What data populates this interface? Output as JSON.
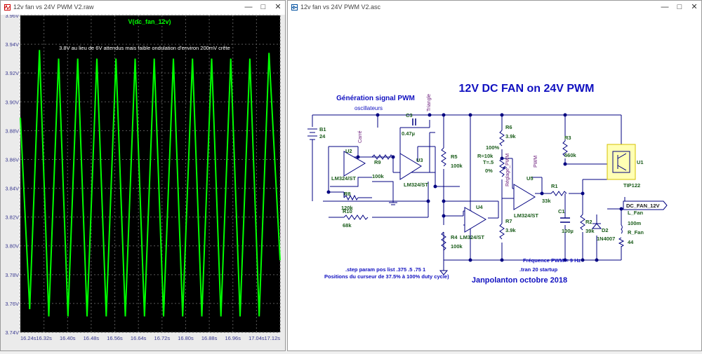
{
  "waveform_window": {
    "title": "12v fan vs 24V PWM V2.raw",
    "trace_label": "V(dc_fan_12v)",
    "annotation": "3.8V au lieu de 6V attendus mais faible ondulation d'environ 200mV crête",
    "colors": {
      "plot_bg": "#000000",
      "trace": "#00ff00",
      "grid": "#5a5a5a",
      "axis_text": "#3a3a90"
    }
  },
  "chart_data": {
    "type": "line",
    "title": "V(dc_fan_12v)",
    "xlabel": "",
    "ylabel": "",
    "xlim": [
      16.24,
      17.12
    ],
    "ylim": [
      3.74,
      3.96
    ],
    "x_ticks": [
      "16.24s",
      "16.32s",
      "16.40s",
      "16.48s",
      "16.56s",
      "16.64s",
      "16.72s",
      "16.80s",
      "16.88s",
      "16.96s",
      "17.04s",
      "17.12s"
    ],
    "y_ticks": [
      "3.96V",
      "3.94V",
      "3.92V",
      "3.90V",
      "3.88V",
      "3.86V",
      "3.84V",
      "3.82V",
      "3.80V",
      "3.78V",
      "3.76V",
      "3.74V"
    ],
    "grid": true,
    "series": [
      {
        "name": "V(dc_fan_12v)",
        "x": [
          16.24,
          16.2716,
          16.3048,
          16.3364,
          16.3696,
          16.4012,
          16.4344,
          16.466,
          16.4992,
          16.5308,
          16.564,
          16.5956,
          16.6288,
          16.6604,
          16.6936,
          16.7252,
          16.7584,
          16.79,
          16.8232,
          16.8548,
          16.888,
          16.9196,
          16.9528,
          16.9844,
          17.0176,
          17.0492,
          17.0824,
          17.12
        ],
        "y": [
          3.889,
          3.756,
          3.936,
          3.751,
          3.93,
          3.751,
          3.93,
          3.751,
          3.93,
          3.751,
          3.93,
          3.751,
          3.93,
          3.751,
          3.93,
          3.751,
          3.93,
          3.751,
          3.93,
          3.751,
          3.93,
          3.751,
          3.93,
          3.751,
          3.93,
          3.751,
          3.934,
          3.79
        ]
      }
    ]
  },
  "schematic_window": {
    "title": "12v fan vs 24V PWM V2.asc",
    "main_title": "12V DC FAN on 24V PWM",
    "section_title": "Génération signal PWM",
    "subsection": "oscillateurs",
    "net_labels": {
      "carre": "Carré",
      "triangle": "Triangle",
      "reglage": "Réglage_PWM",
      "pwm": "PWM",
      "dc_fan": "DC_FAN_12V"
    },
    "components": {
      "b1": {
        "ref": "B1",
        "value": "24"
      },
      "u2": {
        "ref": "U2",
        "value": "LM324/ST"
      },
      "u3": {
        "ref": "U3",
        "value": "LM324/ST"
      },
      "u4": {
        "ref": "U4",
        "value": "LM324/ST"
      },
      "u5": {
        "ref": "U5",
        "value": "LM324/ST"
      },
      "u1": {
        "ref": "U1",
        "value": "TIP122"
      },
      "c3": {
        "ref": "C3",
        "value": "0.47µ"
      },
      "c1": {
        "ref": "C1",
        "value": "100µ"
      },
      "r9": {
        "ref": "R9",
        "value": "100k"
      },
      "r8": {
        "ref": "R8",
        "value": "120k"
      },
      "r10": {
        "ref": "R10",
        "value": "68k"
      },
      "r5": {
        "ref": "R5",
        "value": "100k"
      },
      "r4": {
        "ref": "R4",
        "value": "100k"
      },
      "r6": {
        "ref": "R6",
        "value": "3.9k"
      },
      "r7": {
        "ref": "R7",
        "value": "3.9k"
      },
      "r1": {
        "ref": "R1",
        "value": "33k"
      },
      "r2": {
        "ref": "R2",
        "value": "39k"
      },
      "r3": {
        "ref": "R3",
        "value": "560k"
      },
      "d2": {
        "ref": "D2",
        "value": "1N4007"
      },
      "l_fan": {
        "ref": "L_Fan",
        "value": "100m"
      },
      "r_fan": {
        "ref": "R_Fan",
        "value": "44"
      }
    },
    "pot": {
      "pct": "100%",
      "params": "R=10k",
      "t": "T=.5",
      "min": "0%"
    },
    "freq_note": "Fréquence PWM = 9 Hz",
    "step_directive": ".step param pos list .375 .5 .75 1",
    "positions_note": "Positions du curseur de 37.5% à 100% duty cycle)",
    "tran_directive": ".tran 20 startup",
    "author": "Janpolanton octobre 2018",
    "colors": {
      "wire": "#000080",
      "label_green": "#1a5c1a",
      "title_blue": "#1010c0",
      "net_purple": "#6a1b7a",
      "ic_fill": "#ffffb4"
    }
  }
}
